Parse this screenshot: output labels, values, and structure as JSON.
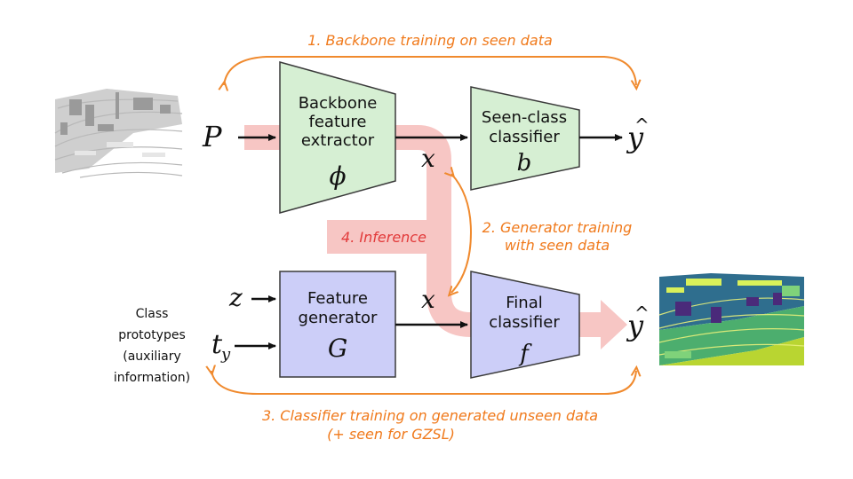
{
  "colors": {
    "backbone_fill": "#d6efd3",
    "generator_fill": "#cccef8",
    "box_stroke": "#3a3a3a",
    "flow_highlight": "#f7c6c4",
    "orange_text": "#f07a1c",
    "orange_arrow": "#f08a2e",
    "inference_text": "#e23a3a",
    "arrow": "#111111"
  },
  "icons": {
    "input_cloud": "grayscale-lidar-point-cloud",
    "output_cloud": "colored-segmented-point-cloud"
  },
  "blocks": {
    "backbone": {
      "line1": "Backbone",
      "line2": "feature",
      "line3": "extractor",
      "symbol": "ϕ"
    },
    "seen_classifier": {
      "line1": "Seen-class",
      "line2": "classifier",
      "symbol": "b"
    },
    "feature_generator": {
      "line1": "Feature",
      "line2": "generator",
      "symbol": "G"
    },
    "final_classifier": {
      "line1": "Final",
      "line2": "classifier",
      "symbol": "f"
    }
  },
  "variables": {
    "input_p": "P",
    "x_top": "x",
    "x_bottom": "x",
    "z": "z",
    "t": "t",
    "t_sub": "y",
    "y_top": "y",
    "y_bottom": "y",
    "hat": "^"
  },
  "class_prototypes": {
    "line1": "Class",
    "line2": "prototypes",
    "line3": "(auxiliary",
    "line4": "information)"
  },
  "steps": {
    "step1": "1. Backbone training on seen data",
    "step2_line1": "2. Generator training",
    "step2_line2": "with seen data",
    "step3_line1": "3. Classifier training on generated unseen data",
    "step3_line2": "(+ seen for GZSL)",
    "step4": "4. Inference"
  }
}
